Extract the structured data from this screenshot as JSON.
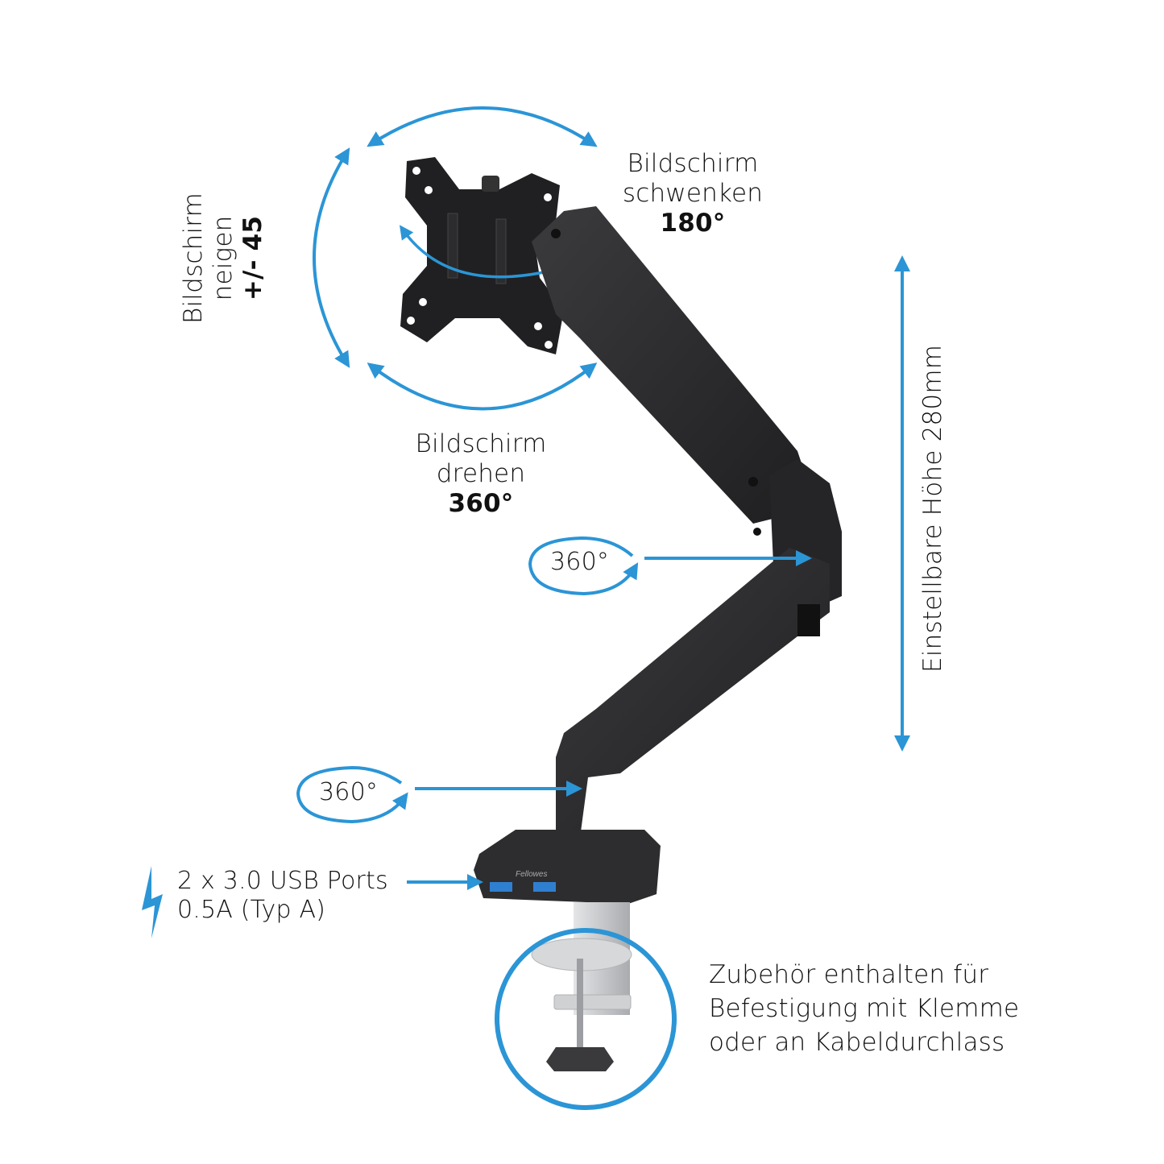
{
  "colors": {
    "accent_blue": "#2b95d6",
    "arm_dark": "#2a2a2c",
    "arm_mid": "#3a3a3d",
    "clamp_silver": "#c9cacc",
    "usb_blue": "#2f7fd0",
    "text": "#111111",
    "background": "#ffffff"
  },
  "labels": {
    "tilt": {
      "line1": "Bildschirm",
      "line2": "neigen",
      "value": "+/- 45"
    },
    "swivel": {
      "line1": "Bildschirm",
      "line2": "schwenken",
      "value": "180°"
    },
    "rotate": {
      "line1": "Bildschirm",
      "line2": "drehen",
      "value": "360°"
    },
    "elbow_rotation": "360°",
    "base_rotation": "360°",
    "height": "Einstellbare Höhe 280mm",
    "usb": {
      "line1": "2 x 3.0 USB Ports",
      "line2": "0.5A (Typ A)"
    },
    "clamp": {
      "line1": "Zubehör enthalten für",
      "line2": "Befestigung mit Klemme",
      "line3": "oder an Kabeldurchlass"
    },
    "brand": "Fellowes"
  },
  "icons": [
    "lightning-icon",
    "double-arrow-icon",
    "rotation-arrow-icon",
    "pointer-arrow-icon"
  ]
}
